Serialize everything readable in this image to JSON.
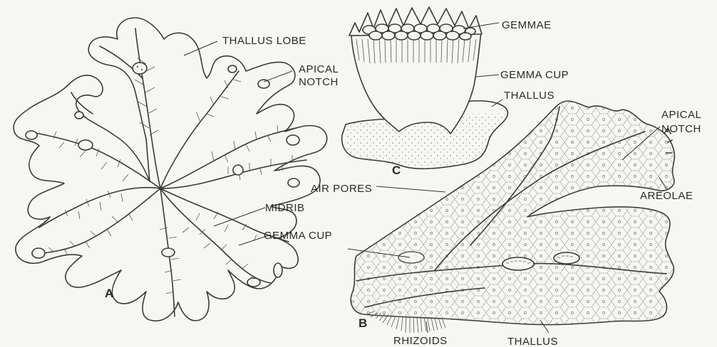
{
  "figure": {
    "panel_labels": {
      "a": "A",
      "b": "B",
      "c": "C"
    },
    "labels": {
      "thallus_lobe": "THALLUS LOBE",
      "apical_notch_a_1": "APICAL",
      "apical_notch_a_2": "NOTCH",
      "midrib": "MIDRIB",
      "gemma_cup_a": "GEMMA CUP",
      "gemmae": "GEMMAE",
      "gemma_cup_c": "GEMMA CUP",
      "thallus_c": "THALLUS",
      "apical_notch_b_1": "APICAL",
      "apical_notch_b_2": "NOTCH",
      "areolae": "AREOLAE",
      "air_pores": "AIR PORES",
      "rhizoids": "RHIZOIDS",
      "thallus_b": "THALLUS"
    }
  }
}
